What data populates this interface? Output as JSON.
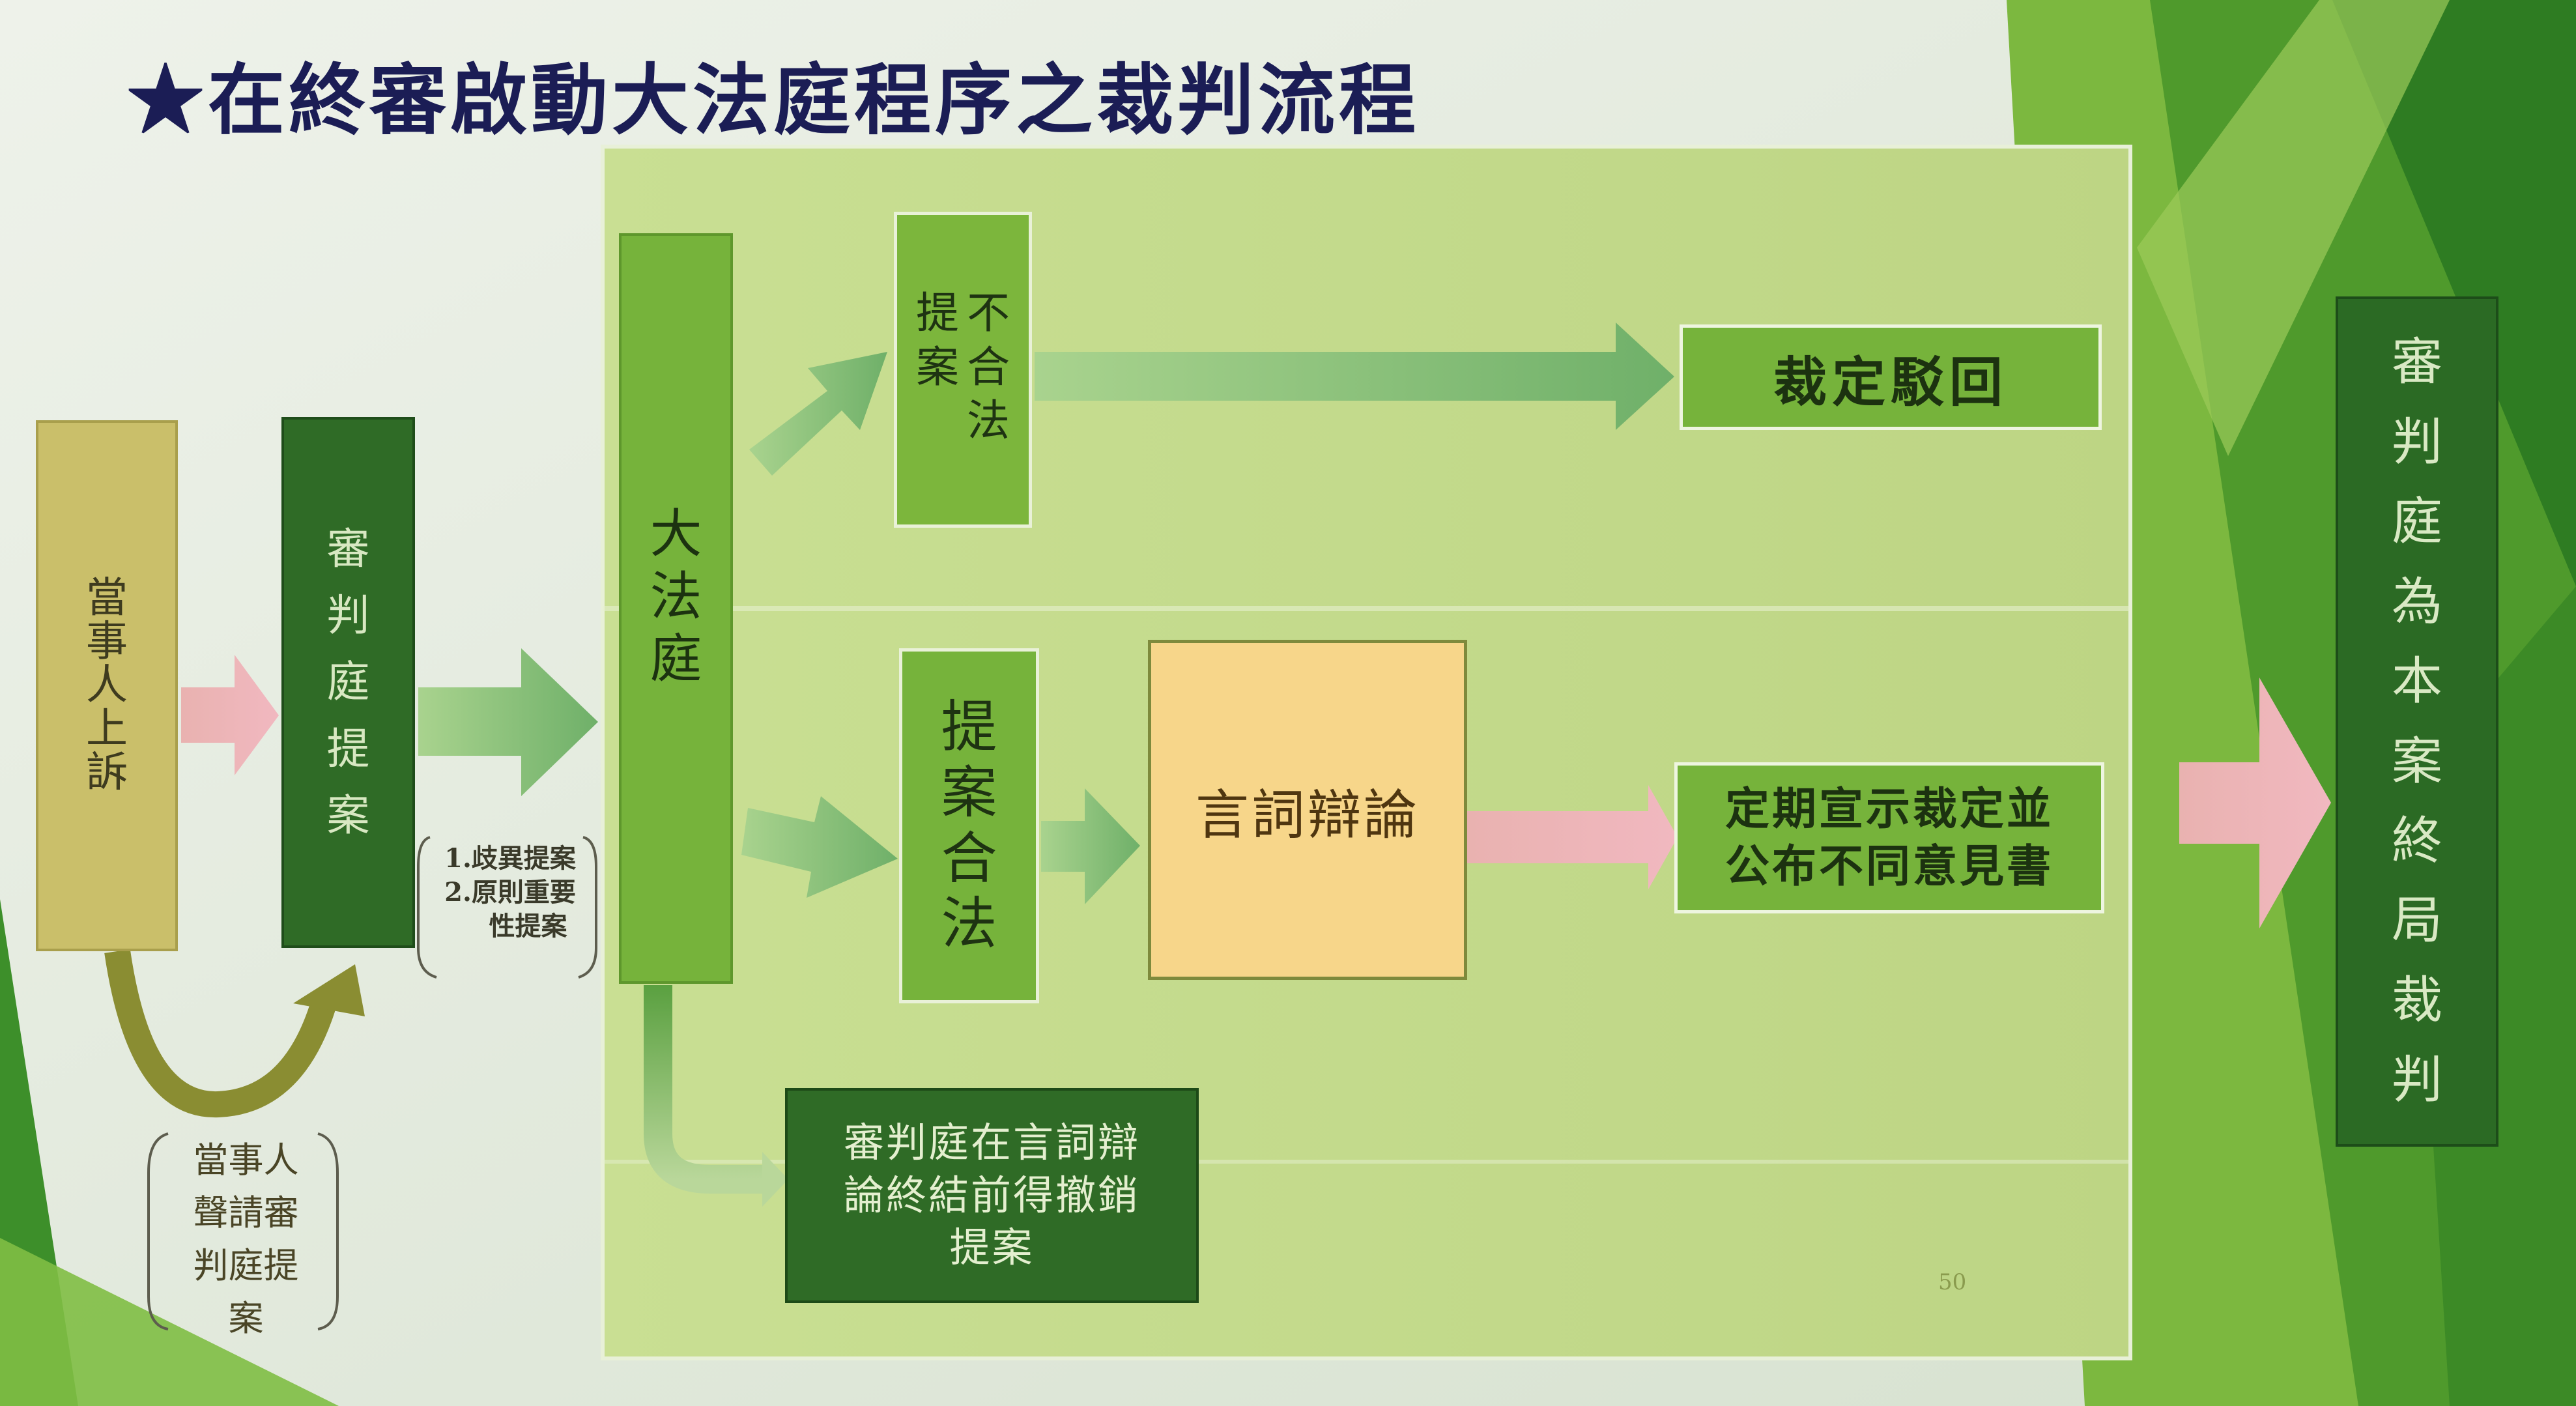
{
  "title": "★在終審啟動大法庭程序之裁判流程",
  "nodes": {
    "party_appeal": "當事人上訴",
    "panel_proposal": "審判庭提案",
    "grand_chamber": "大法庭",
    "improper": "不合法提案",
    "dismiss": "裁定駁回",
    "proper": "提案合法",
    "oral_argument": "言詞辯論",
    "announce": [
      "定期宣示裁定並",
      "公布不同意見書"
    ],
    "withdraw": [
      "審判庭在言詞辯",
      "論終結前得撤銷",
      "提案"
    ],
    "final": "審判庭為本案終局裁判"
  },
  "notes": {
    "reasons": [
      "1.歧異提案",
      "2.原則重要",
      "性提案"
    ],
    "petition": [
      "當事人",
      "聲請審",
      "判庭提",
      "案"
    ]
  },
  "page_number": "50",
  "colors": {
    "dark_green": "#2f6b26",
    "mid_green": "#76b33b",
    "khaki": "#cabf6a",
    "peach": "#f7d68a",
    "panel": "#c6dc8e",
    "title": "#1b1d55"
  }
}
